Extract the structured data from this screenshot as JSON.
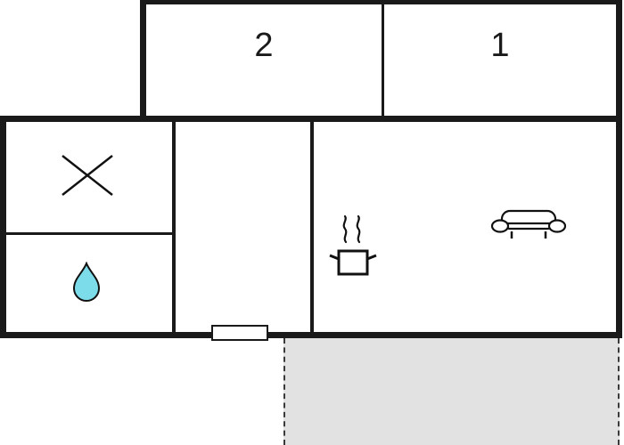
{
  "plan": {
    "type": "floor-plan",
    "rooms": [
      {
        "label": "2"
      },
      {
        "label": "1"
      }
    ],
    "icons": {
      "cross": "cross-icon",
      "water_drop": "water-drop-icon",
      "stove": "stove-pot-icon",
      "sofa": "sofa-icon"
    },
    "colors": {
      "wall": "#1a1a1a",
      "terrace_fill": "#e2e2e2",
      "droplet_fill": "#7ddce9",
      "background": "#ffffff"
    }
  }
}
